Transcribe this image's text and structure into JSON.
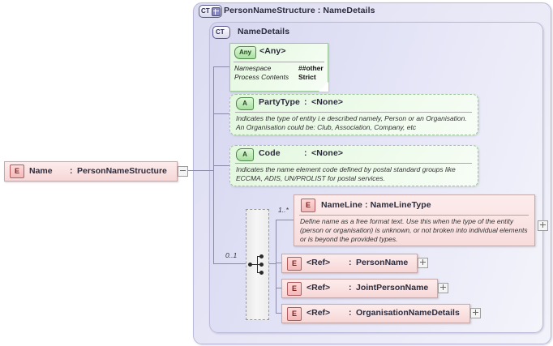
{
  "diagram": {
    "type": "xsd-schema-diagram",
    "root_element": {
      "icon": "element-icon",
      "icon_label": "E",
      "name": "Name",
      "separator": ":",
      "type": "PersonNameStructure",
      "expander": "minus"
    },
    "complex_type_outer": {
      "icon": "complextype-plus-icon",
      "icon_label": "CT",
      "title": "PersonNameStructure : NameDetails"
    },
    "complex_type_inner": {
      "icon": "complextype-icon",
      "icon_label": "CT",
      "title": "NameDetails"
    },
    "any_node": {
      "icon": "any-icon",
      "icon_label": "Any",
      "title": "<Any>",
      "properties": [
        {
          "key": "Namespace",
          "value": "##other"
        },
        {
          "key": "Process Contents",
          "value": "Strict"
        }
      ]
    },
    "attributes": [
      {
        "icon": "attribute-icon",
        "icon_label": "A",
        "name": "PartyType",
        "separator": ":",
        "type": "<None>",
        "documentation": "Indicates the type of entity i.e described namely, Person or an Organisation. An Organisation could be: Club, Association, Company, etc"
      },
      {
        "icon": "attribute-icon",
        "icon_label": "A",
        "name": "Code",
        "separator": ":",
        "type": "<None>",
        "documentation": "Indicates the name element code defined by postal standard groups like ECCMA, ADIS, UN/PROLIST for postal services."
      }
    ],
    "name_line": {
      "icon": "element-icon",
      "icon_label": "E",
      "title": "NameLine : NameLineType",
      "documentation": "Define name as a free format text. Use this when the type of the entity (person or organisation) is unknown, or not broken into individual elements or is beyond the provided types.",
      "cardinality": "1..*",
      "expander": "plus"
    },
    "choice": {
      "icon": "choice-node-icon",
      "cardinality": "0..1"
    },
    "refs": [
      {
        "icon": "element-icon",
        "icon_label": "E",
        "name": "<Ref>",
        "separator": ":",
        "type": "PersonName",
        "expander": "plus"
      },
      {
        "icon": "element-icon",
        "icon_label": "E",
        "name": "<Ref>",
        "separator": ":",
        "type": "JointPersonName",
        "expander": "plus"
      },
      {
        "icon": "element-icon",
        "icon_label": "E",
        "name": "<Ref>",
        "separator": ":",
        "type": "OrganisationNameDetails",
        "expander": "plus"
      }
    ],
    "colors": {
      "panel_bg": "#e0e0f4",
      "panel_border": "#b9b9d8",
      "element_bg": "#f9dcdc",
      "element_border": "#c8a9a9",
      "attribute_bg": "#eafbe6",
      "attribute_border": "#9ec79a",
      "connector": "#8a8aa8",
      "choice_bg": "#efefef"
    }
  }
}
